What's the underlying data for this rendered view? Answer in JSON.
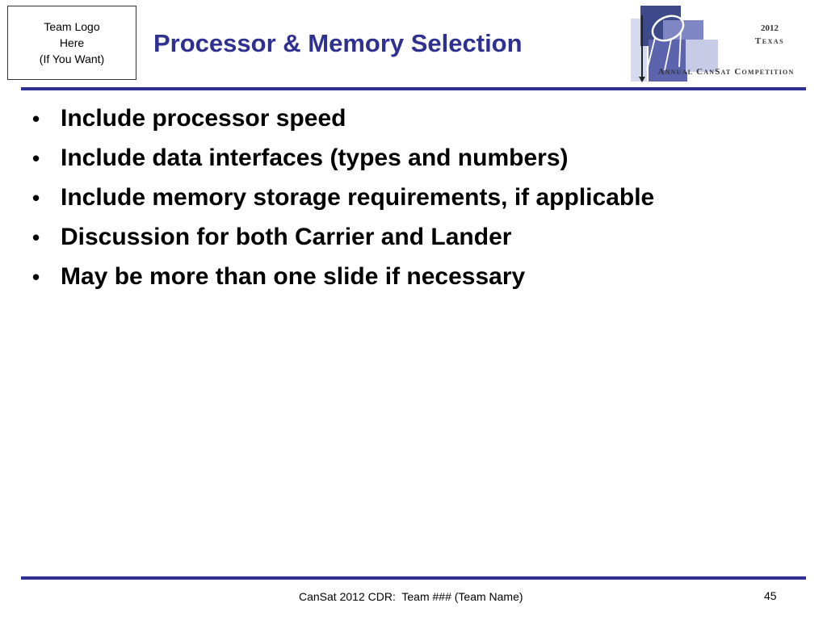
{
  "header": {
    "logo_placeholder": {
      "line1": "Team Logo",
      "line2": "Here",
      "line3": "(If You Want)"
    },
    "title": "Processor & Memory Selection",
    "competition_logo": {
      "year": "2012",
      "state": "Texas",
      "name": "Annual CanSat Competition"
    }
  },
  "bullets": [
    "Include processor speed",
    "Include data interfaces (types and numbers)",
    "Include memory storage requirements, if applicable",
    "Discussion for both Carrier and Lander",
    "May be more than one slide if necessary"
  ],
  "bullet_symbol": "•",
  "footer": {
    "text": "CanSat 2012 CDR:  Team ### (Team Name)",
    "page_number": "45"
  },
  "colors": {
    "accent": "#2e3192",
    "text": "#000000"
  }
}
